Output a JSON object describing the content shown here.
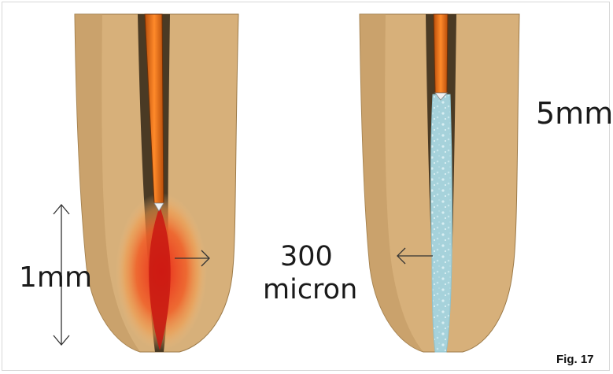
{
  "labels": {
    "depth_5mm": "5mm",
    "zone_1mm": "1mm",
    "spread_value": "300",
    "spread_unit": "micron",
    "figure_number": "Fig. 17"
  },
  "colors": {
    "tooth": "#d7b07a",
    "canal": "#4a3a24",
    "file_orange": "#f27a21",
    "heat_red": "#e52b1e",
    "heat_glow": "#f5a04a",
    "irrigant": "#a8d3dc"
  }
}
